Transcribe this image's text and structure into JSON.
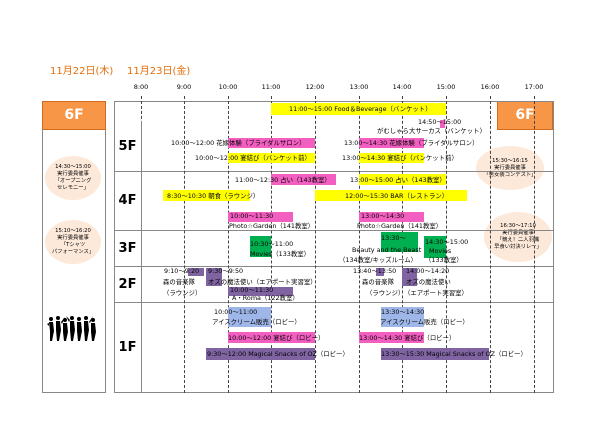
{
  "dates": {
    "day1": "11月22日(木)",
    "day2": "11月23日(金)"
  },
  "time_ticks": [
    "8:00",
    "9:00",
    "10:00",
    "11:00",
    "12:00",
    "13:00",
    "14:00",
    "15:00",
    "16:00",
    "17:00"
  ],
  "floors": {
    "f6": "6F",
    "f5": "5F",
    "f4": "4F",
    "f3": "3F",
    "f2": "2F",
    "f1": "1F"
  },
  "side_tags": {
    "left": "6F",
    "right": "6F"
  },
  "ovals": {
    "opening": [
      "14:30～15:00",
      "実行委員催事",
      "「オープニング",
      "セレモニー」"
    ],
    "tshirt": [
      "15:10～16:20",
      "実行委員催事",
      "「Tシャツ",
      "パフォーマンス」"
    ],
    "contest": [
      "15:30～16:15",
      "実行委員催事",
      "「男女装コンテスト」"
    ],
    "relay": [
      "16:30～17:10",
      "実行委員催事",
      "「競え！二人羽織",
      "早食い対決リレー」"
    ]
  },
  "events": {
    "food": "11:00～15:00 Food＆Beverage（バンケット）",
    "circus_time": "14:50～15:00",
    "circus": "がむしゃら大サーカス（バンケット）",
    "bridal1": "10:00～12:00 花嫁体験（ブライダルサロン）",
    "bridal2": "13:00～14:30 花嫁体験（ブライダルサロン）",
    "knot1": "10:00～12:00 宴結び（バンケット前）",
    "knot2": "13:00～14:30 宴結び（バンケット前）",
    "fortune1": "11:00～12:30 占い（143教室）",
    "fortune2": "13:00～15:00 占い（143教室）",
    "breakfast": "8:30～10:30 朝食（ラウンジ）",
    "bar": "12:00～15:30 BAR（レストラン）",
    "photo1_time": "10:00～11:30",
    "photo1": "Photo☆Garden（141教室）",
    "photo2_time": "13:00～14:30",
    "photo2": "Photo☆Garden（141教室）",
    "movies1_time": "10:30～11:00",
    "movies1": "Movies（133教室）",
    "beauty_time": "13:30～",
    "beauty": "Beauty and the Beast",
    "beauty_room": "（134教室/キッズルーム）",
    "movies2_time": "14:30～15:00",
    "movies2": "Movies",
    "movies2_room": "（133教室）",
    "music1_time": "9:10～9:20",
    "music1": "森の音楽隊",
    "music1_room": "（ラウンジ）",
    "oz1_time": "9:30～9:50",
    "oz1": "オズの魔法使い（エアポート実習室）",
    "aroma": "10:00～11:30",
    "aroma_label": "A・Roma（122教室）",
    "music2_time": "13:40～13:50",
    "music2": "森の音楽隊",
    "music2_room": "（ラウンジ）",
    "oz2_time": "14:00～14:20",
    "oz2": "オズの魔法使い",
    "oz2_room": "（エアポート実習室）",
    "icecream1_time": "10:00～11:00",
    "icecream1": "アイスクリーム販売（ロビー）",
    "icecream2_time": "13:30～14:30",
    "icecream2": "アイスクリーム販売（ロビー）",
    "lobby_knot1": "10:00～12:00 宴結び（ロビー）",
    "lobby_knot2": "13:00～14:30 宴結び（ロビー）",
    "magic1": "9:30～12:00 Magical Snacks of OZ（ロビー）",
    "magic2": "13:30～15:30 Magical Snacks of OZ（ロビー）"
  },
  "colors": {
    "accent_orange": "#f79646",
    "date_orange": "#e36c09",
    "yellow": "#ffff00",
    "pink": "#f25fc1",
    "purple": "#8064a2",
    "blue": "#9fb6e8",
    "green": "#00b050"
  }
}
